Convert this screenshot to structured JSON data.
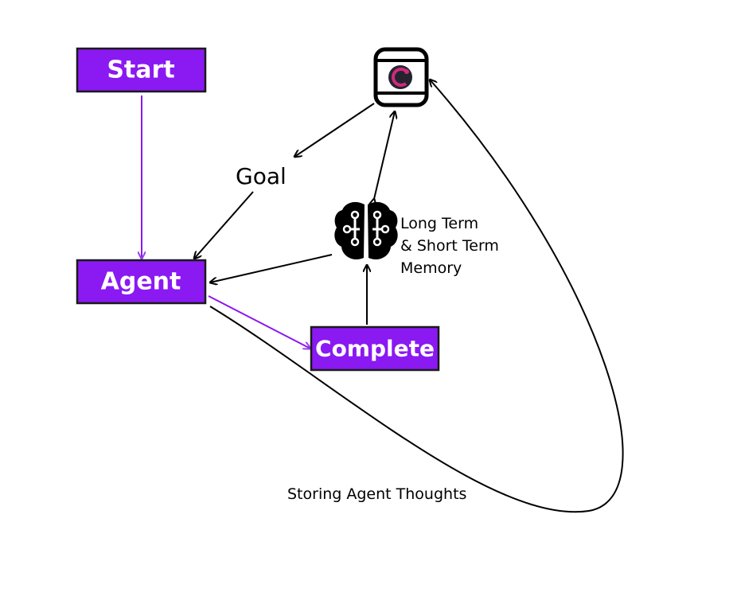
{
  "colors": {
    "node_fill": "#8a19f2",
    "edge_black": "#000000",
    "edge_purple": "#9a3ef0",
    "db_logo": "#cf2a7c"
  },
  "nodes": {
    "start": "Start",
    "agent": "Agent",
    "complete": "Complete"
  },
  "labels": {
    "goal": "Goal",
    "memory_line1": "Long Term",
    "memory_line2": "& Short Term",
    "memory_line3": "Memory",
    "storing": "Storing Agent Thoughts"
  },
  "icons": {
    "database": "database-icon",
    "brain": "brain-circuit-icon"
  }
}
